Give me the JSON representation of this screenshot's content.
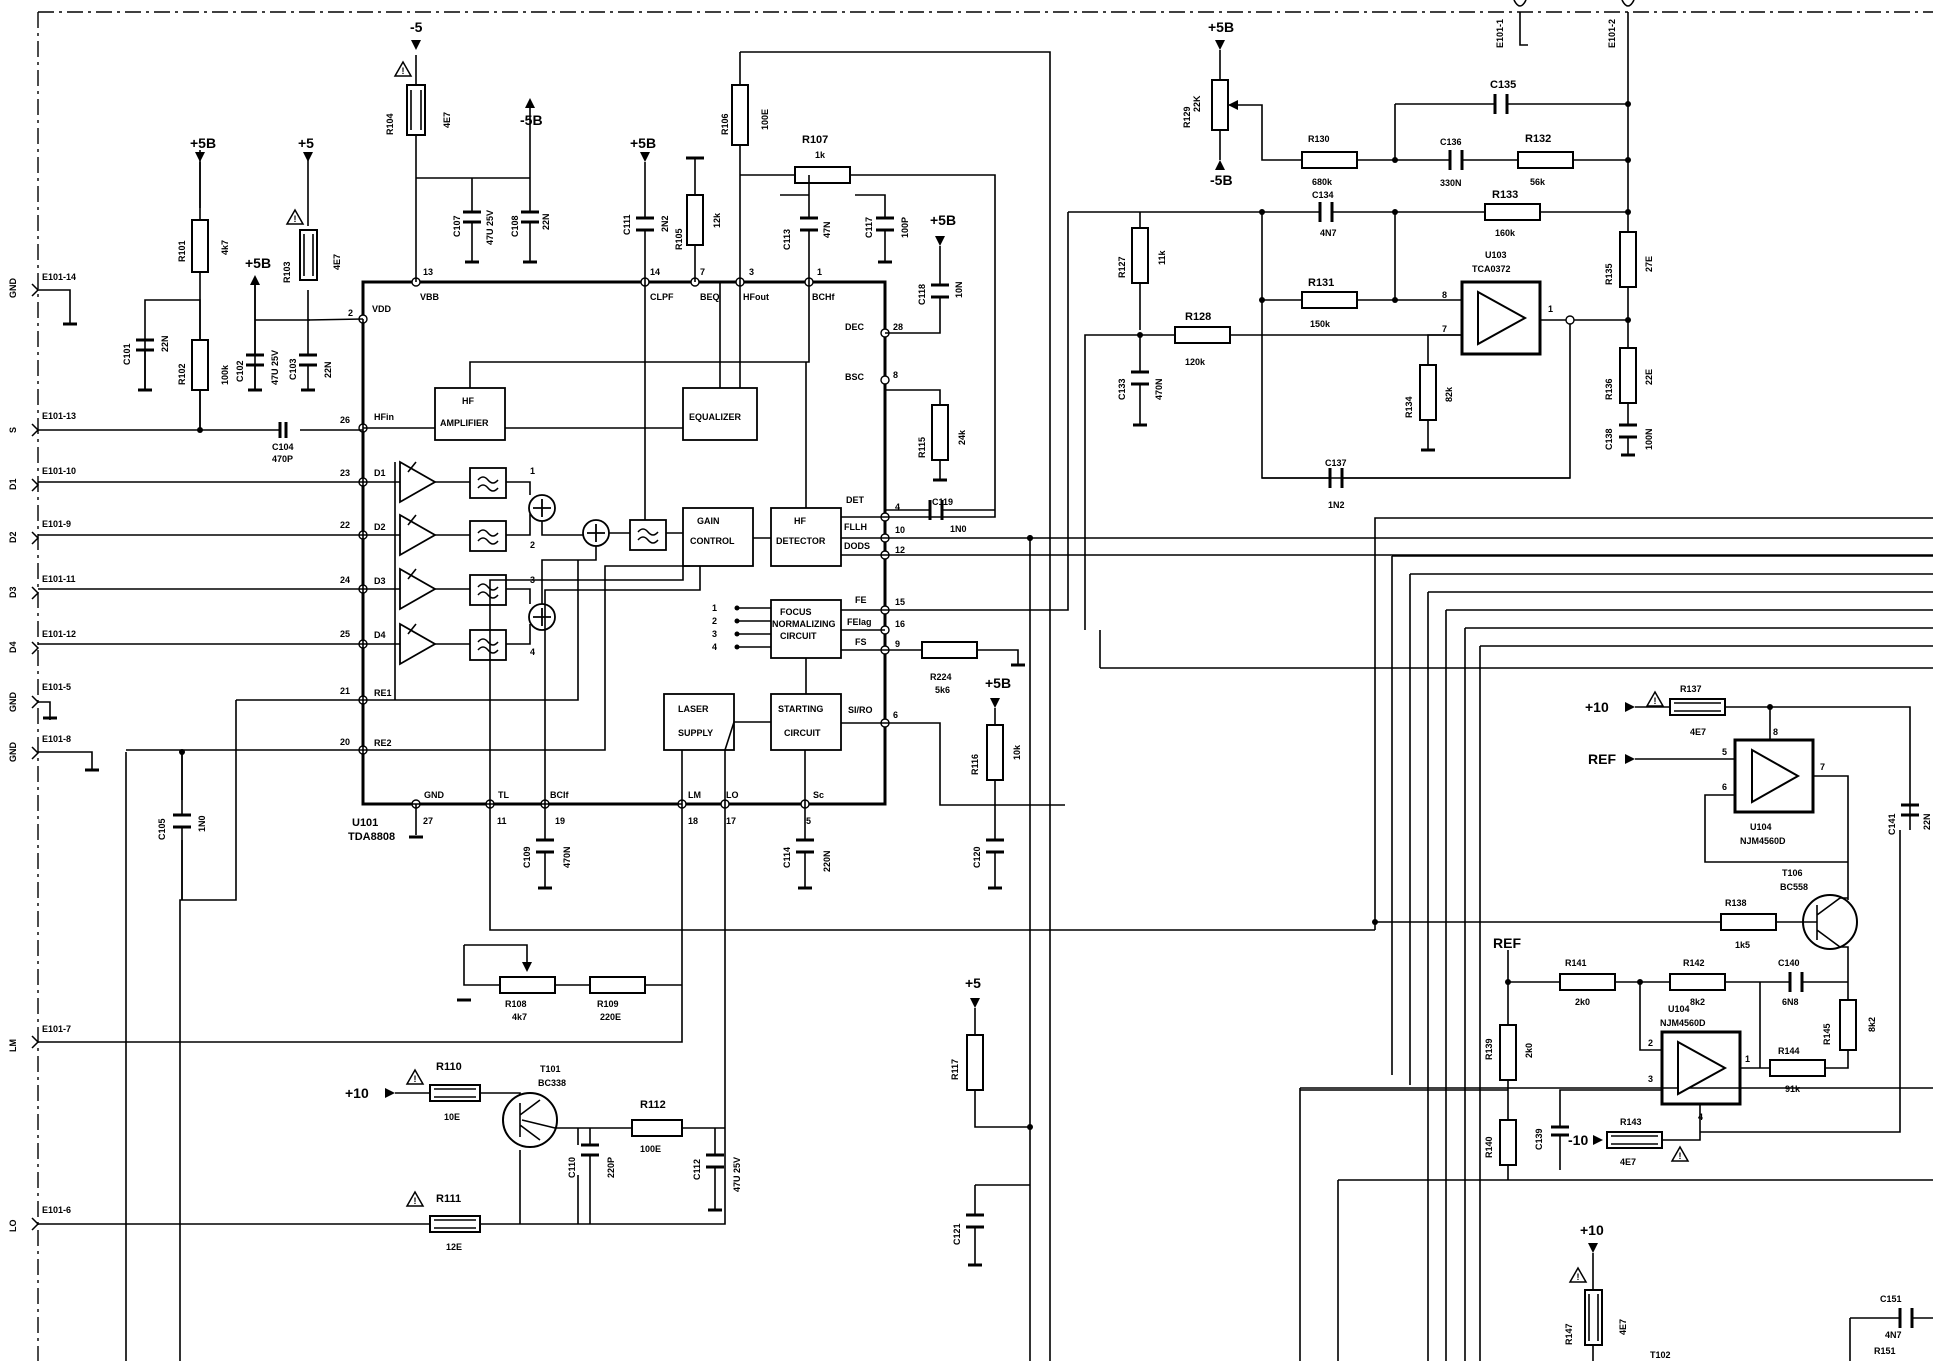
{
  "ic": {
    "u101": {
      "ref": "U101",
      "type": "TDA8808"
    },
    "u103": {
      "ref": "U103",
      "type": "TCA0372"
    },
    "u104a": {
      "ref": "U104",
      "type": "NJM4560D"
    },
    "u104b": {
      "ref": "U104",
      "type": "NJM4560D"
    },
    "t101": {
      "ref": "T101",
      "type": "BC338"
    },
    "t106": {
      "ref": "T106",
      "type": "BC558"
    },
    "t102": {
      "ref": "T102"
    }
  },
  "blocks": {
    "hf_amp": [
      "HF",
      "AMPLIFIER"
    ],
    "equalizer": "EQUALIZER",
    "gain_control": [
      "GAIN",
      "CONTROL"
    ],
    "hf_detector": [
      "HF",
      "DETECTOR"
    ],
    "focus": [
      "FOCUS",
      "NORMALIZING",
      "CIRCUIT"
    ],
    "laser": [
      "LASER",
      "SUPPLY"
    ],
    "starting": [
      "STARTING",
      "CIRCUIT"
    ]
  },
  "pins": {
    "vdd": "VDD",
    "vbb": "VBB",
    "clpf": "CLPF",
    "beq": "BEQ",
    "hfout": "HFout",
    "bchf": "BCHf",
    "dec": "DEC",
    "bsc": "BSC",
    "det": "DET",
    "fllh": "FLLH",
    "dods": "DODS",
    "fe": "FE",
    "felag": "FElag",
    "fs": "FS",
    "siro": "SI/RO",
    "hfin": "HFin",
    "d1": "D1",
    "d2": "D2",
    "d3": "D3",
    "d4": "D4",
    "re1": "RE1",
    "re2": "RE2",
    "gnd": "GND",
    "tl": "TL",
    "bcif": "BCIf",
    "lm": "LM",
    "lo": "LO",
    "sc": "Sc",
    "n2": "2",
    "n13": "13",
    "n14": "14",
    "n7": "7",
    "n3": "3",
    "n1": "1",
    "n28": "28",
    "n8": "8",
    "n4": "4",
    "n10": "10",
    "n12": "12",
    "n15": "15",
    "n16": "16",
    "n9": "9",
    "n6": "6",
    "n26": "26",
    "n23": "23",
    "n22": "22",
    "n24": "24",
    "n25": "25",
    "n21": "21",
    "n20": "20",
    "n27": "27",
    "n11": "11",
    "n19": "19",
    "n18": "18",
    "n17": "17",
    "n5": "5",
    "s1": "1",
    "s2": "2",
    "s3": "3",
    "s4": "4",
    "f1": "1",
    "f2": "2",
    "f3": "3",
    "f4": "4",
    "u103_8": "8",
    "u103_7": "7",
    "u103_1": "1",
    "u104a_8": "8",
    "u104a_5": "5",
    "u104a_6": "6",
    "u104a_7": "7",
    "u104b_2": "2",
    "u104b_3": "3",
    "u104b_1": "1",
    "u104b_4": "4"
  },
  "connectors": {
    "e101_14": "E101-14",
    "e101_13": "E101-13",
    "e101_10": "E101-10",
    "e101_9": "E101-9",
    "e101_11": "E101-11",
    "e101_12": "E101-12",
    "e101_5": "E101-5",
    "e101_8": "E101-8",
    "e101_7": "E101-7",
    "e101_6": "E101-6",
    "e101_1": "E101-1",
    "e101_2": "E101-2"
  },
  "signals": {
    "gnd1": "GND",
    "s": "S",
    "d1": "D1",
    "d2": "D2",
    "d3": "D3",
    "d4": "D4",
    "gnd2": "GND",
    "gnd3": "GND",
    "lm": "LM",
    "lo": "LO"
  },
  "supplies": {
    "m5": "-5",
    "p5b_a": "+5B",
    "p5": "+5",
    "p5b_b": "+5B",
    "m5b_a": "-5B",
    "p5b_c": "+5B",
    "p5b_d": "+5B",
    "p5b_e": "+5B",
    "m5b_b": "-5B",
    "p5b_f": "+5B",
    "p10_a": "+10",
    "p5_b": "+5",
    "p10_b": "+10",
    "ref_a": "REF",
    "ref_b": "REF",
    "m10": "-10",
    "p10_c": "+10"
  },
  "resistors": {
    "r101": {
      "ref": "R101",
      "val": "4k7"
    },
    "r102": {
      "ref": "R102",
      "val": "100k"
    },
    "r103": {
      "ref": "R103",
      "val": "4E7"
    },
    "r104": {
      "ref": "R104",
      "val": "4E7"
    },
    "r105": {
      "ref": "R105",
      "val": "12k"
    },
    "r106": {
      "ref": "R106",
      "val": "100E"
    },
    "r107": {
      "ref": "R107",
      "val": "1k"
    },
    "r108": {
      "ref": "R108",
      "val": "4k7"
    },
    "r109": {
      "ref": "R109",
      "val": "220E"
    },
    "r110": {
      "ref": "R110",
      "val": "10E"
    },
    "r111": {
      "ref": "R111",
      "val": "12E"
    },
    "r112": {
      "ref": "R112",
      "val": "100E"
    },
    "r115": {
      "ref": "R115",
      "val": "24k"
    },
    "r116": {
      "ref": "R116",
      "val": "10k"
    },
    "r117": {
      "ref": "R117"
    },
    "r224": {
      "ref": "R224",
      "val": "5k6"
    },
    "r127": {
      "ref": "R127",
      "val": "11k"
    },
    "r128": {
      "ref": "R128",
      "val": "120k"
    },
    "r129": {
      "ref": "R129",
      "val": "22K"
    },
    "r130": {
      "ref": "R130",
      "val": "680k"
    },
    "r131": {
      "ref": "R131",
      "val": "150k"
    },
    "r132": {
      "ref": "R132",
      "val": "56k"
    },
    "r133": {
      "ref": "R133",
      "val": "160k"
    },
    "r134": {
      "ref": "R134",
      "val": "82k"
    },
    "r135": {
      "ref": "R135",
      "val": "27E"
    },
    "r136": {
      "ref": "R136",
      "val": "22E"
    },
    "r137": {
      "ref": "R137",
      "val": "4E7"
    },
    "r138": {
      "ref": "R138",
      "val": "1k5"
    },
    "r139": {
      "ref": "R139",
      "val": "2k0"
    },
    "r140": {
      "ref": "R140"
    },
    "r141": {
      "ref": "R141",
      "val": "2k0"
    },
    "r142": {
      "ref": "R142",
      "val": "8k2"
    },
    "r143": {
      "ref": "R143",
      "val": "4E7"
    },
    "r144": {
      "ref": "R144",
      "val": "91k"
    },
    "r145": {
      "ref": "R145",
      "val": "8k2"
    },
    "r147": {
      "ref": "R147",
      "val": "4E7"
    },
    "r151": {
      "ref": "R151"
    }
  },
  "capacitors": {
    "c101": {
      "ref": "C101",
      "val": "22N"
    },
    "c102": {
      "ref": "C102",
      "val": "47U 25V"
    },
    "c103": {
      "ref": "C103",
      "val": "22N"
    },
    "c104": {
      "ref": "C104",
      "val": "470P"
    },
    "c105": {
      "ref": "C105",
      "val": "1N0"
    },
    "c107": {
      "ref": "C107",
      "val": "47U 25V"
    },
    "c108": {
      "ref": "C108",
      "val": "22N"
    },
    "c109": {
      "ref": "C109",
      "val": "470N"
    },
    "c110": {
      "ref": "C110",
      "val": "220P"
    },
    "c111": {
      "ref": "C111",
      "val": "2N2"
    },
    "c112": {
      "ref": "C112",
      "val": "47U 25V"
    },
    "c113": {
      "ref": "C113",
      "val": "47N"
    },
    "c114": {
      "ref": "C114",
      "val": "220N"
    },
    "c117": {
      "ref": "C117",
      "val": "100P"
    },
    "c118": {
      "ref": "C118",
      "val": "10N"
    },
    "c119": {
      "ref": "C119",
      "val": "1N0"
    },
    "c120": {
      "ref": "C120"
    },
    "c121": {
      "ref": "C121"
    },
    "c133": {
      "ref": "C133",
      "val": "470N"
    },
    "c134": {
      "ref": "C134",
      "val": "4N7"
    },
    "c135": {
      "ref": "C135"
    },
    "c136": {
      "ref": "C136",
      "val": "330N"
    },
    "c137": {
      "ref": "C137",
      "val": "1N2"
    },
    "c138": {
      "ref": "C138",
      "val": "100N"
    },
    "c139": {
      "ref": "C139"
    },
    "c140": {
      "ref": "C140",
      "val": "6N8"
    },
    "c141": {
      "ref": "C141",
      "val": "22N"
    },
    "c151": {
      "ref": "C151",
      "val": "4N7"
    }
  }
}
